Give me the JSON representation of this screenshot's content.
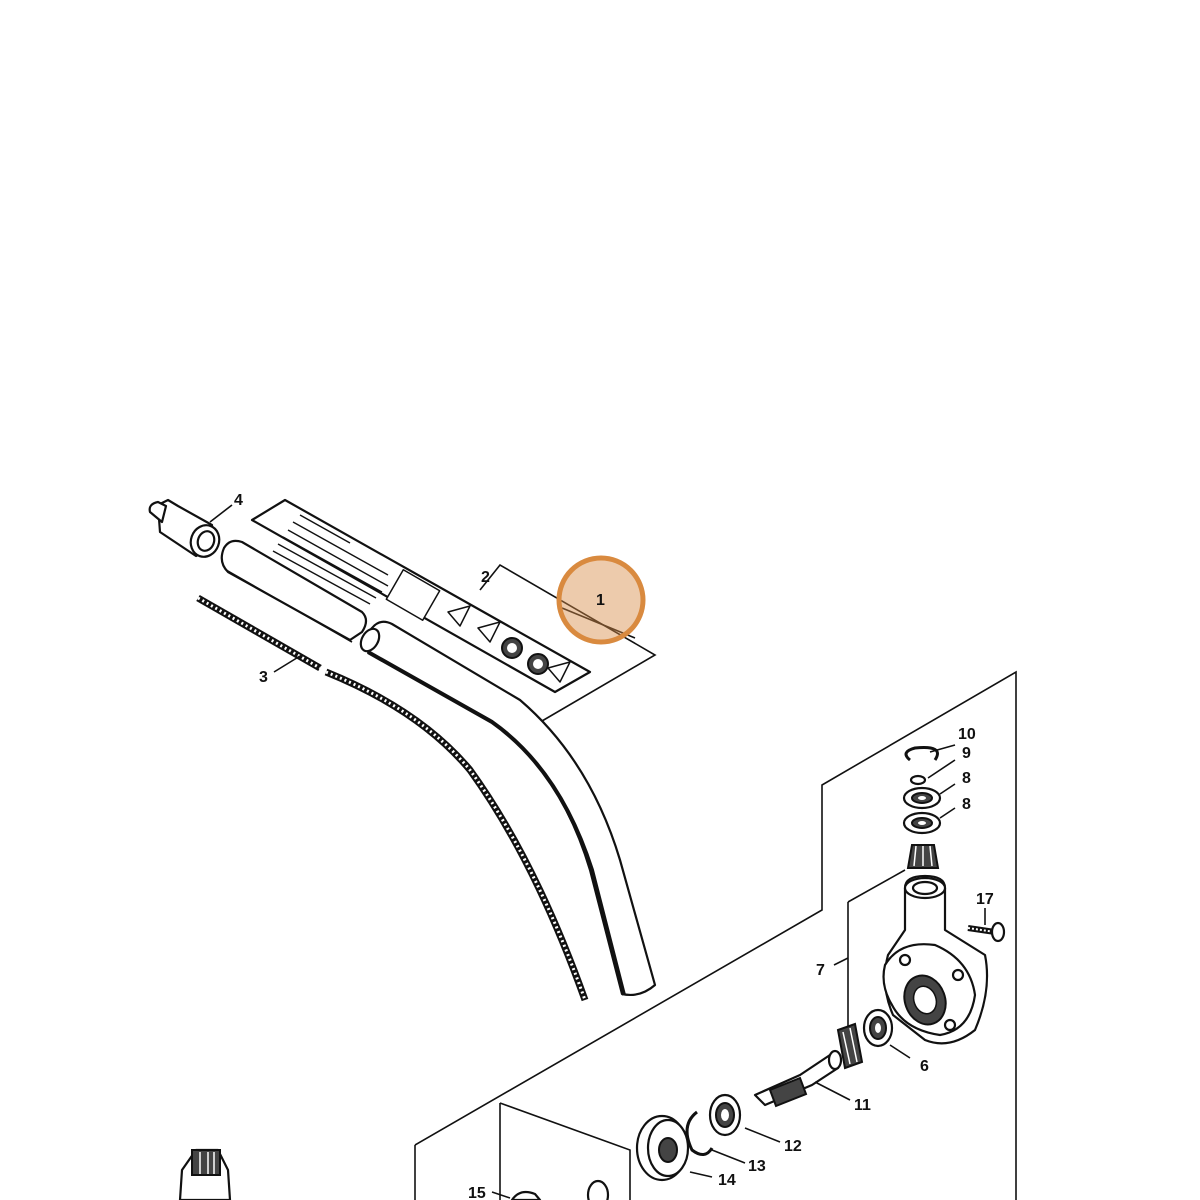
{
  "diagram": {
    "highlighted_part": "1",
    "highlight_color": "#d98a3f",
    "part_labels": {
      "p1": "1",
      "p2": "2",
      "p3": "3",
      "p4": "4",
      "p6": "6",
      "p7": "7",
      "p8a": "8",
      "p8b": "8",
      "p9": "9",
      "p10": "10",
      "p11": "11",
      "p12": "12",
      "p13": "13",
      "p14": "14",
      "p15": "15",
      "p17": "17"
    }
  }
}
